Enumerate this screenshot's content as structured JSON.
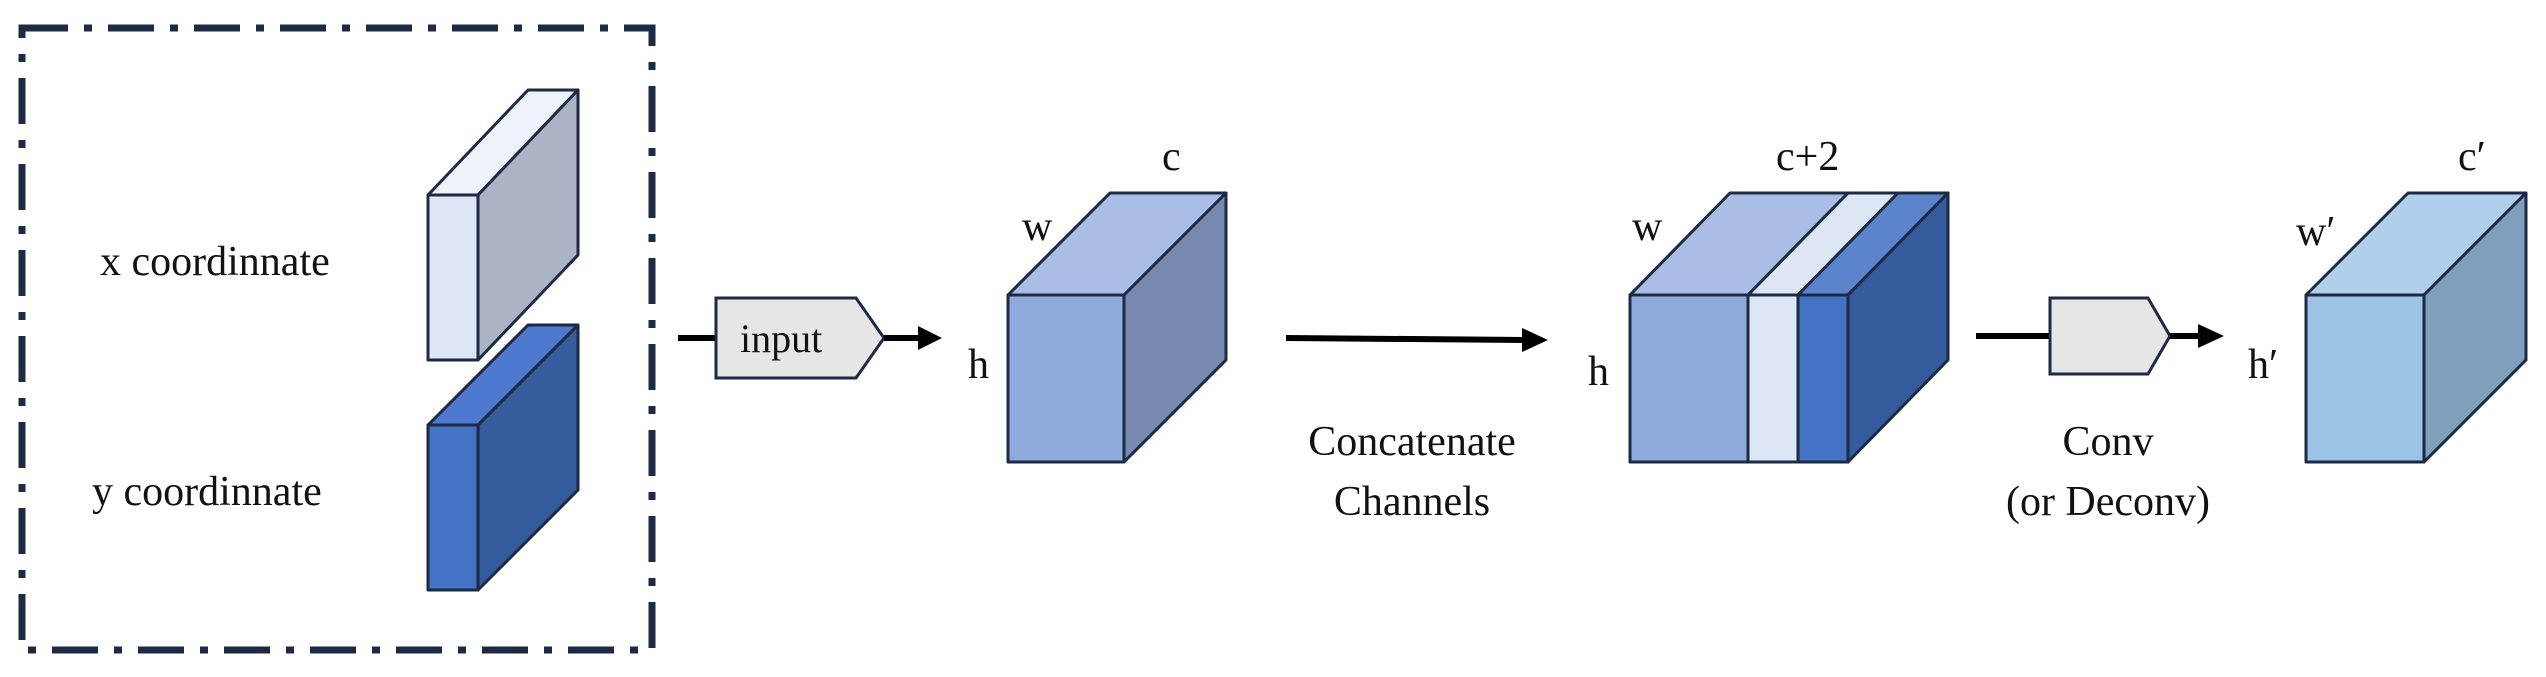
{
  "coordinate_panel": {
    "x_label": "x coordinnate",
    "y_label": "y coordinnate"
  },
  "input_tag": {
    "label": "input"
  },
  "input_tensor": {
    "width_label": "w",
    "channel_label": "c",
    "height_label": "h"
  },
  "concat_step": {
    "line1": "Concatenate",
    "line2": "Channels"
  },
  "concat_tensor": {
    "width_label": "w",
    "channel_label": "c+2",
    "height_label": "h"
  },
  "conv_step": {
    "line1": "Conv",
    "line2": "(or Deconv)"
  },
  "output_tensor": {
    "width_label": "w′",
    "channel_label": "c′",
    "height_label": "h′"
  },
  "colors": {
    "frame": "#1e2a44",
    "x_slab_front": "#dde6f4",
    "x_slab_side": "#aab4c5",
    "y_slab_front": "#4472c4",
    "y_slab_side": "#345c9c",
    "input_front": "#8faadc",
    "input_side": "#7889b0",
    "input_top": "#a9bde6",
    "concat_front": "#8faadc",
    "concat_x_band": "#dde6f4",
    "concat_y_band": "#4472c4",
    "concat_side": "#345c9c",
    "output_front": "#9dc3e6",
    "output_side": "#7f9fbc",
    "output_top": "#b0cfec",
    "tag_fill": "#e6e6e6"
  }
}
